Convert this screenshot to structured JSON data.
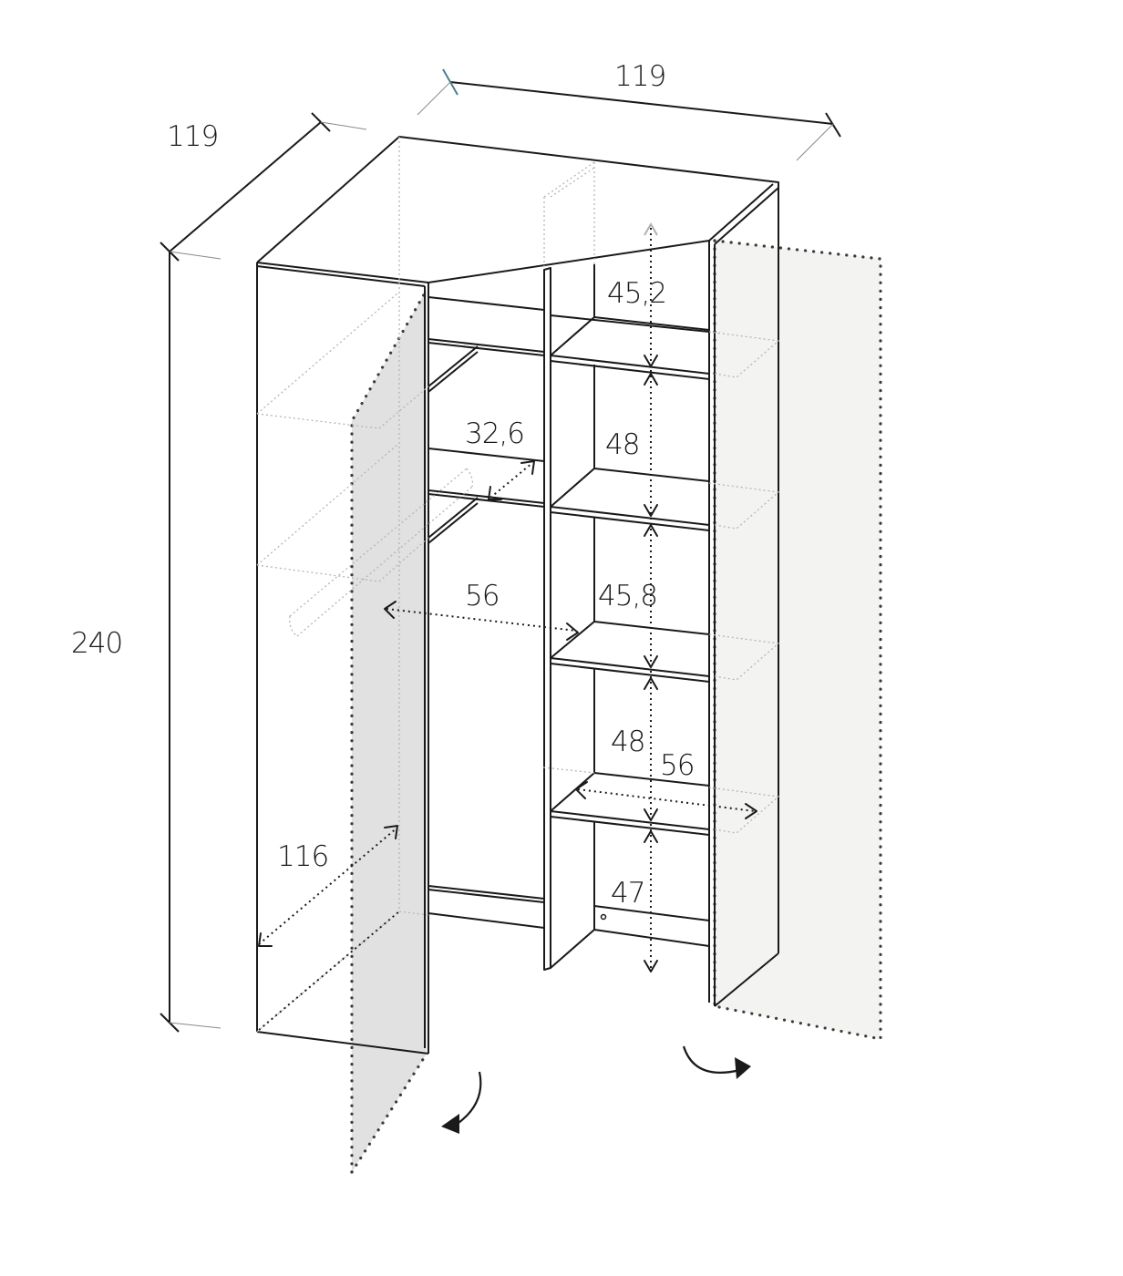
{
  "diagram": {
    "colors": {
      "line": "#1a1a1a",
      "left_door_fill": "#e1e1e1",
      "right_door_fill": "#f3f3f1",
      "ghost_line": "#b5b5b5",
      "tick_accent": "#4a7f8f"
    },
    "dimensions": {
      "depth_left": "119",
      "width_back": "119",
      "height": "240",
      "compartment_1": "45,2",
      "compartment_2": "48",
      "compartment_3": "45,8",
      "compartment_4": "48",
      "compartment_5": "47",
      "corner_depth": "32,6",
      "rail_width": "56",
      "shelf_width": "56",
      "door_diagonal": "116"
    }
  }
}
